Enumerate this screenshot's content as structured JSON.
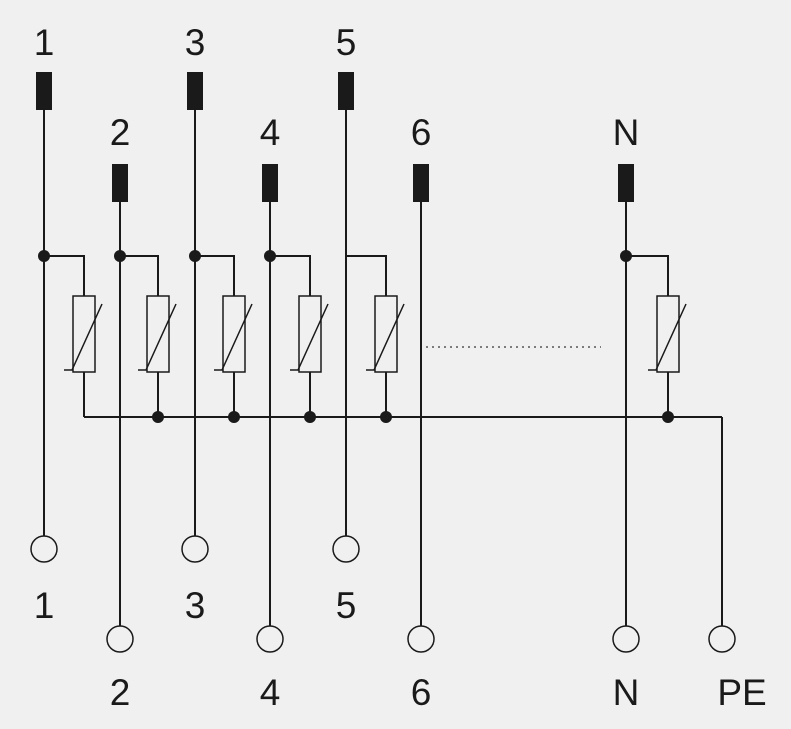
{
  "colors": {
    "background": "#f0f0f0",
    "line": "#1a1a1a",
    "dotted": "#555555"
  },
  "top_labels": [
    "1",
    "2",
    "3",
    "4",
    "5",
    "6",
    "N"
  ],
  "bottom_labels": [
    "1",
    "2",
    "3",
    "4",
    "5",
    "6",
    "N",
    "PE"
  ],
  "icons": {
    "terminal_block": "fuse-terminal-icon",
    "varistor": "varistor-icon",
    "junction": "junction-dot-icon",
    "output_terminal": "terminal-circle-icon"
  }
}
